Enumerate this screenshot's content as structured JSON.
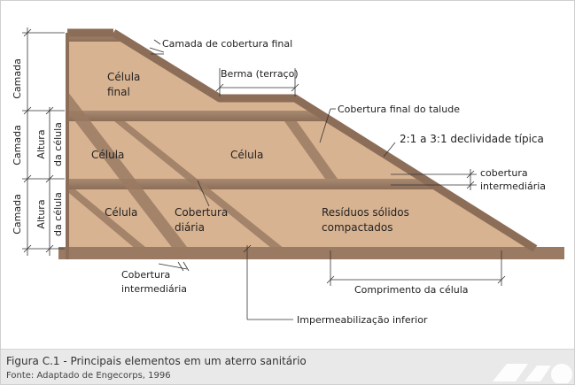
{
  "figure": {
    "caption_title": "Figura C.1 -  Principais elementos em um aterro sanitário",
    "caption_source": "Fonte: Adaptado de Engecorps, 1996"
  },
  "diagram": {
    "cells": {
      "final_cell_line1": "Célula",
      "final_cell_line2": "final",
      "middle_cell_left": "Célula",
      "middle_cell_right": "Célula",
      "bottom_cell_left": "Célula",
      "daily_cover_line1": "Cobertura",
      "daily_cover_line2": "diária",
      "waste_line1": "Resíduos sólidos",
      "waste_line2": "compactados"
    },
    "annotations": {
      "final_cover": "Camada de cobertura final",
      "berm": "Berma (terraço)",
      "slope_final_cover": "Cobertura final do talude",
      "slope_ratio": "2:1 a 3:1 declividade típica",
      "intermediate_cover_right_line1": "cobertura",
      "intermediate_cover_right_line2": "intermediária",
      "intermediate_cover_bottom_line1": "Cobertura",
      "intermediate_cover_bottom_line2": "intermediária",
      "cell_length": "Comprimento da célula",
      "bottom_liner": "Impermeabilização inferior"
    },
    "side_labels": {
      "layer_top": "Camada",
      "layer_middle": "Camada",
      "cell_height_middle_line1": "Altura",
      "cell_height_middle_line2": "da célula",
      "layer_bottom": "Camada",
      "cell_height_bottom_line1": "Altura",
      "cell_height_bottom_line2": "da célula"
    },
    "colors": {
      "waste_fill": "#d8b391",
      "cover_band": "#9a7a62",
      "outline": "#7d5f4f"
    }
  }
}
